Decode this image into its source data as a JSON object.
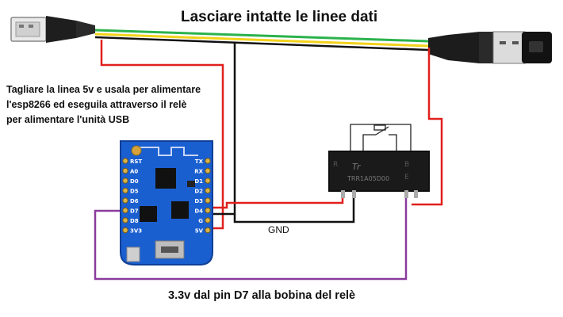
{
  "title": "Lasciare intatte le linee dati",
  "note_lines": [
    "Tagliare la linea 5v e usala per alimentare",
    "l'esp8266 ed eseguila attraverso il relè",
    "per alimentare l'unità USB"
  ],
  "gnd_label": "GND",
  "bottom_label": "3.3v dal pin D7 alla bobina del relè",
  "relay_marking": "TRR1A05D00",
  "relay_logo": "Tr",
  "board_pins_left": [
    "RST",
    "A0",
    "D0",
    "D5",
    "D6",
    "D7",
    "D8",
    "3V3"
  ],
  "board_pins_right": [
    "TX",
    "RX",
    "D1",
    "D2",
    "D3",
    "D4",
    "G",
    "5V"
  ],
  "colors": {
    "wire_5v": "#e0201c",
    "wire_gnd": "#111111",
    "wire_data_green": "#2bb24c",
    "wire_data_yellow": "#f2d21b",
    "wire_signal": "#8a3b9c",
    "board_blue": "#1a5fd0"
  }
}
